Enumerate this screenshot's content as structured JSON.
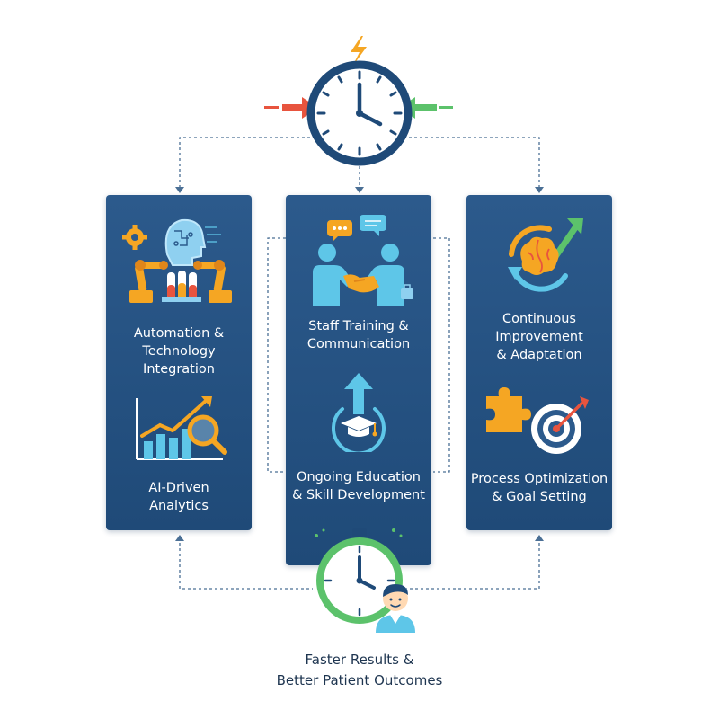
{
  "panels": {
    "left": {
      "top_label": "Automation & Technology Integration",
      "bottom_label": "AI-Driven Analytics"
    },
    "center": {
      "top_label": "Staff Training & Communication",
      "bottom_label": "Ongoing Education & Skill Development"
    },
    "right": {
      "top_label": "Continuous Improvement & Adaptation",
      "bottom_label": "Process Optimization & Goal Setting"
    }
  },
  "footer": {
    "line1": "Faster Results &",
    "line2": "Better Patient Outcomes"
  },
  "colors": {
    "panel": "#23507f",
    "clock_ring": "#1f4a78",
    "accent_orange": "#f5a623",
    "accent_green": "#5cc26b",
    "accent_red": "#e8543e",
    "accent_cyan": "#5ec6e8"
  },
  "icons": {
    "top": "clock-icon",
    "bottom": "stopwatch-icon",
    "left_top": "robotic-lab-automation-icon",
    "left_bottom": "analytics-chart-magnifier-icon",
    "center_top": "handshake-communication-icon",
    "center_bottom": "graduation-cap-growth-icon",
    "right_top": "brain-cycle-icon",
    "right_bottom": "puzzle-target-icon"
  }
}
